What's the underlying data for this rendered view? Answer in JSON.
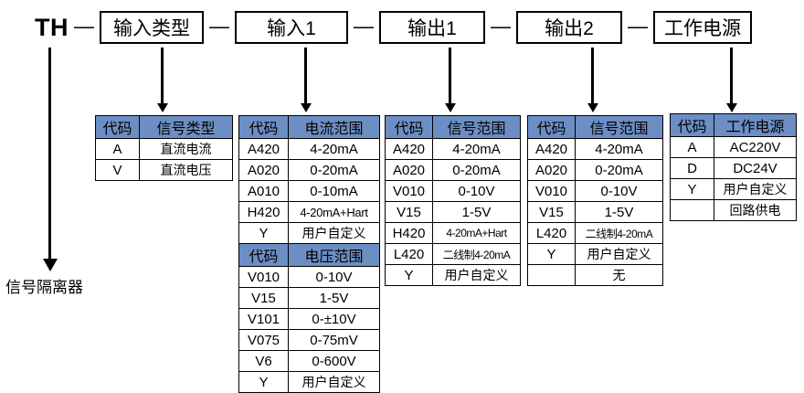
{
  "model": {
    "prefix": "TH",
    "separator": "—",
    "segments": [
      {
        "label": "输入类型"
      },
      {
        "label": "输入1"
      },
      {
        "label": "输出1"
      },
      {
        "label": "输出2"
      },
      {
        "label": "工作电源"
      }
    ]
  },
  "product_label": "信号隔离器",
  "colors": {
    "header_blue": "#6c8ec4",
    "border": "#000000",
    "background": "#ffffff"
  },
  "tables": [
    {
      "name": "input-type-table",
      "sections": [
        {
          "headers": [
            "代码",
            "信号类型"
          ],
          "rows": [
            [
              "A",
              "直流电流"
            ],
            [
              "V",
              "直流电压"
            ]
          ]
        }
      ]
    },
    {
      "name": "input1-table",
      "sections": [
        {
          "headers": [
            "代码",
            "电流范围"
          ],
          "rows": [
            [
              "A420",
              "4-20mA"
            ],
            [
              "A020",
              "0-20mA"
            ],
            [
              "A010",
              "0-10mA"
            ],
            [
              "H420",
              "4-20mA+Hart"
            ],
            [
              "Y",
              "用户自定义"
            ]
          ]
        },
        {
          "headers": [
            "代码",
            "电压范围"
          ],
          "rows": [
            [
              "V010",
              "0-10V"
            ],
            [
              "V15",
              "1-5V"
            ],
            [
              "V101",
              "0-±10V"
            ],
            [
              "V075",
              "0-75mV"
            ],
            [
              "V6",
              "0-600V"
            ],
            [
              "Y",
              "用户自定义"
            ]
          ]
        }
      ]
    },
    {
      "name": "output1-table",
      "sections": [
        {
          "headers": [
            "代码",
            "信号范围"
          ],
          "rows": [
            [
              "A420",
              "4-20mA"
            ],
            [
              "A020",
              "0-20mA"
            ],
            [
              "V010",
              "0-10V"
            ],
            [
              "V15",
              "1-5V"
            ],
            [
              "H420",
              "4-20mA+Hart"
            ],
            [
              "L420",
              "二线制4-20mA"
            ],
            [
              "Y",
              "用户自定义"
            ]
          ]
        }
      ]
    },
    {
      "name": "output2-table",
      "sections": [
        {
          "headers": [
            "代码",
            "信号范围"
          ],
          "rows": [
            [
              "A420",
              "4-20mA"
            ],
            [
              "A020",
              "0-20mA"
            ],
            [
              "V010",
              "0-10V"
            ],
            [
              "V15",
              "1-5V"
            ],
            [
              "L420",
              "二线制4-20mA"
            ],
            [
              "Y",
              "用户自定义"
            ],
            [
              "",
              "无"
            ]
          ]
        }
      ]
    },
    {
      "name": "power-supply-table",
      "sections": [
        {
          "headers": [
            "代码",
            "工作电源"
          ],
          "rows": [
            [
              "A",
              "AC220V"
            ],
            [
              "D",
              "DC24V"
            ],
            [
              "Y",
              "用户自定义"
            ],
            [
              "",
              "回路供电"
            ]
          ]
        }
      ]
    }
  ]
}
